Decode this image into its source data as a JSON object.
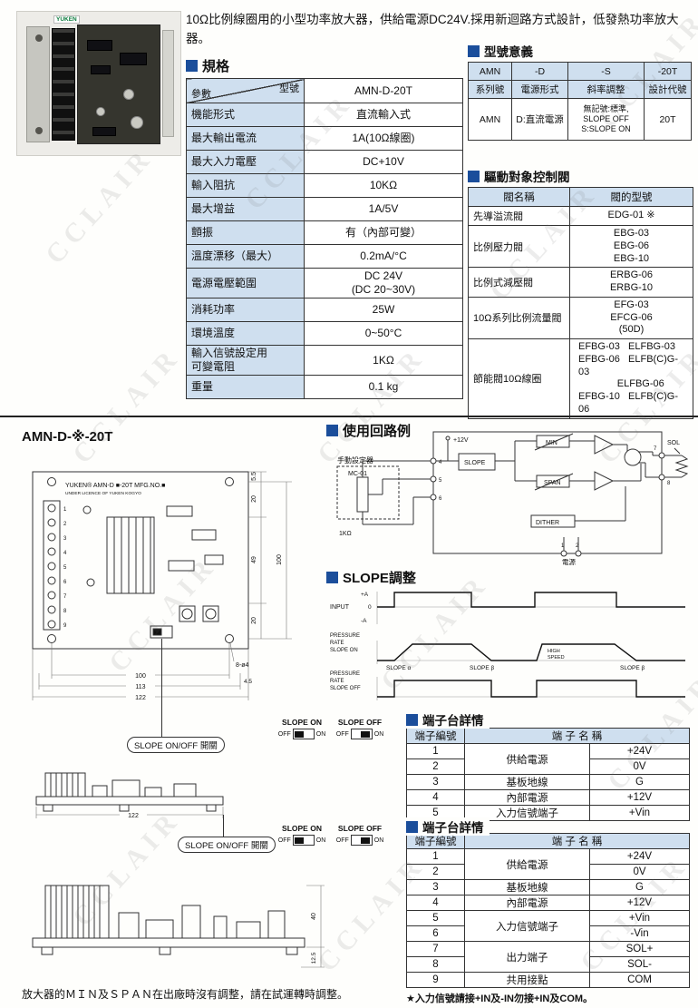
{
  "page": {
    "watermark": "CCLAIR"
  },
  "photo": {
    "brand": "YUKEN"
  },
  "intro": "10Ω比例線圈用的小型功率放大器，供給電源DC24V.採用新迴路方式設計，低發熱功率放大器。",
  "spec": {
    "heading": "規格",
    "corner_param": "參數",
    "corner_model": "型號",
    "model_value": "AMN-D-20T",
    "rows": [
      {
        "param": "機能形式",
        "value": "直流輸入式"
      },
      {
        "param": "最大輸出電流",
        "value": "1A(10Ω線圈)"
      },
      {
        "param": "最大入力電壓",
        "value": "DC+10V"
      },
      {
        "param": "輸入阻抗",
        "value": "10KΩ"
      },
      {
        "param": "最大增益",
        "value": "1A/5V"
      },
      {
        "param": "顫振",
        "value": "有（內部可變）"
      },
      {
        "param": "溫度漂移（最大）",
        "value": "0.2mA/°C"
      },
      {
        "param": "電源電壓範圍",
        "value": "DC 24V\n(DC 20~30V)"
      },
      {
        "param": "消耗功率",
        "value": "25W"
      },
      {
        "param": "環境溫度",
        "value": "0~50°C"
      },
      {
        "param": "輸入信號設定用\n可變電阻",
        "value": "1KΩ"
      },
      {
        "param": "重量",
        "value": "0.1 kg"
      }
    ]
  },
  "model_meaning": {
    "heading": "型號意義",
    "codes": [
      "AMN",
      "-D",
      "-S",
      "-20T"
    ],
    "labels": [
      "系列號",
      "電源形式",
      "斜率調整",
      "設計代號"
    ],
    "values": [
      "AMN",
      "D:直流電源",
      "無記號:標準,\nSLOPE OFF\nS:SLOPE ON",
      "20T"
    ]
  },
  "valves": {
    "heading": "驅動對象控制閥",
    "col_name": "閥名稱",
    "col_model": "閥的型號",
    "rows": [
      {
        "name": "先導溢流閥",
        "models": "EDG-01 ※"
      },
      {
        "name": "比例壓力閥",
        "models": "EBG-03\nEBG-06\nEBG-10"
      },
      {
        "name": "比例式減壓閥",
        "models": "ERBG-06\nERBG-10"
      },
      {
        "name": "10Ω系列比例流量閥",
        "models": "EFG-03\nEFCG-06\n(50D)"
      },
      {
        "name": "節能閥10Ω線圈",
        "models": "EFBG-03   ELFBG-03\nEFBG-06   ELFB(C)G-03\n              ELFBG-06\nEFBG-10   ELFB(C)G-06"
      }
    ]
  },
  "drawing": {
    "title": "AMN-D-※-20T",
    "board_label": "YUKEN® AMN-D ■-20T   MFG.NO.■",
    "board_licence": "UNDER LICENCE OF YUKEN KOGYO",
    "terminals": [
      "1",
      "2",
      "3",
      "4",
      "5",
      "6",
      "7",
      "8",
      "9"
    ],
    "dim_top": "5.5",
    "dim_r20a": "20",
    "dim_r49": "49",
    "dim_r100": "100",
    "dim_r20b": "20",
    "dim_b100": "100",
    "dim_b113": "113",
    "dim_b122": "122",
    "holes": "8-ø4",
    "dim_45": "4.5"
  },
  "switches": {
    "pointer": "SLOPE ON/OFF 開關",
    "on_title": "SLOPE ON",
    "off_title": "SLOPE OFF",
    "off": "OFF",
    "on": "ON"
  },
  "side1": {
    "dim": "122"
  },
  "side2": {
    "dim_h": "40",
    "dim_b": "12.5"
  },
  "circuit": {
    "heading": "使用回路例",
    "v12": "+12V",
    "slope": "SLOPE",
    "min": "MIN",
    "span": "SPAN",
    "dither": "DITHER",
    "manual1": "手動設定器",
    "manual2": "MC-01",
    "r": "1KΩ",
    "sol": "SOL",
    "power": "電源",
    "p1": "1",
    "p2": "2",
    "p4": "4",
    "p5": "5",
    "p6": "6",
    "p7": "7",
    "p8": "8"
  },
  "slope_adjust": {
    "heading": "SLOPE調整",
    "input": "INPUT",
    "pa": "+A",
    "zero": "0",
    "na": "-A",
    "pressure": "PRESSURE",
    "rate": "RATE",
    "on": "SLOPE ON",
    "off": "SLOPE OFF",
    "sa": "SLOPE α",
    "sb": "SLOPE β",
    "hi": "HIGH",
    "speed": "SPEED",
    "sb2": "SLOPE β"
  },
  "terminals1": {
    "heading": "端子台詳情",
    "col_no": "端子編號",
    "col_name": "端  子  名  稱",
    "nos": [
      "1",
      "2",
      "3",
      "4",
      "5"
    ],
    "groups": [
      "供給電源",
      "基板地線",
      "內部電源",
      "入力信號端子"
    ],
    "values": [
      "+24V",
      "0V",
      "G",
      "+12V",
      "+Vin"
    ]
  },
  "terminals2": {
    "heading": "端子台詳情",
    "col_no": "端子編號",
    "col_name": "端  子  名  稱",
    "nos": [
      "1",
      "2",
      "3",
      "4",
      "5",
      "6",
      "7",
      "8",
      "9"
    ],
    "groups": [
      "供給電源",
      "基板地線",
      "內部電源",
      "入力信號端子",
      "出力端子",
      "共用接點"
    ],
    "values": [
      "+24V",
      "0V",
      "G",
      "+12V",
      "+Vin",
      "-Vin",
      "SOL+",
      "SOL-",
      "COM"
    ]
  },
  "notes": {
    "factory": "放大器的ＭＩＮ及ＳＰＡＮ在出廠時沒有調整，請在試運轉時調整。",
    "star": "★入力信號請接+IN及-IN勿接+IN及COM。"
  }
}
